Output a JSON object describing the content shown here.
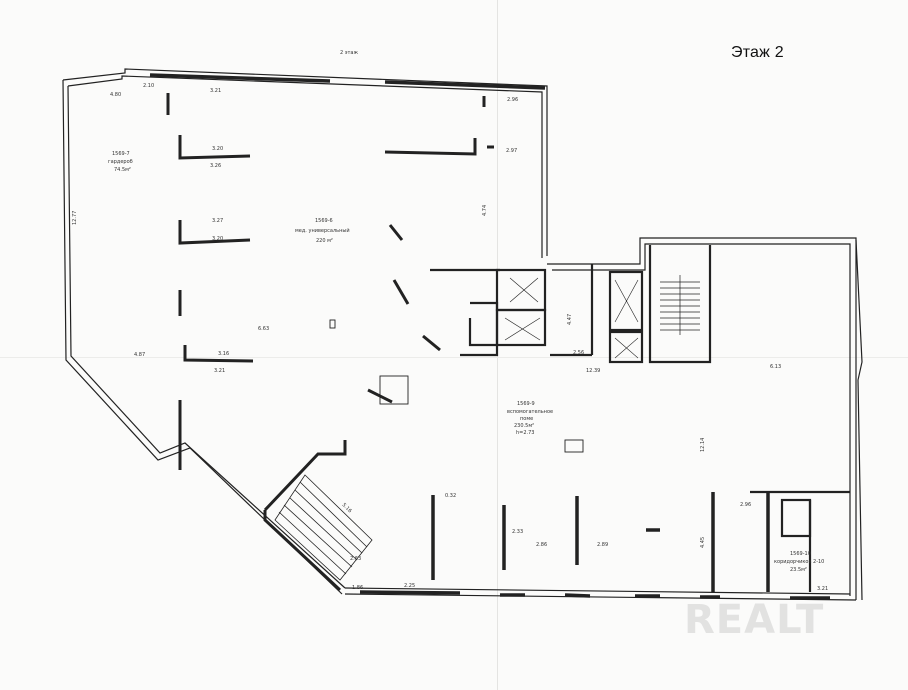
{
  "title": "Этаж 2",
  "watermark": "REALT",
  "plan_header": "2 этаж",
  "rooms": [
    {
      "id": "room-1",
      "lines": [
        "1569-7",
        "гардероб",
        "74.5м²"
      ]
    },
    {
      "id": "room-2",
      "lines": [
        "1569-6",
        "мед. универсальный",
        "220 м²"
      ]
    },
    {
      "id": "room-3",
      "lines": [
        "1569-9",
        "вспомогательное",
        "поме",
        "230.5м²",
        "h=2.73"
      ]
    },
    {
      "id": "room-4",
      "lines": [
        "1569-10",
        "коридорчиков 2-10",
        "23.5м²"
      ]
    }
  ],
  "dimensions": [
    "4.80",
    "2.10",
    "3.21",
    "2.96",
    "12.77",
    "4.87",
    "3.20",
    "3.26",
    "3.27",
    "3.20",
    "6.63",
    "3.16",
    "3.21",
    "2.97",
    "4.74",
    "2.56",
    "4.47",
    "12.39",
    "6.13",
    "12.14",
    "0.32",
    "2.33",
    "2.86",
    "2.89",
    "2.25",
    "1.86",
    "4.45",
    "3.21",
    "5.16",
    "2.63",
    "2.96"
  ]
}
